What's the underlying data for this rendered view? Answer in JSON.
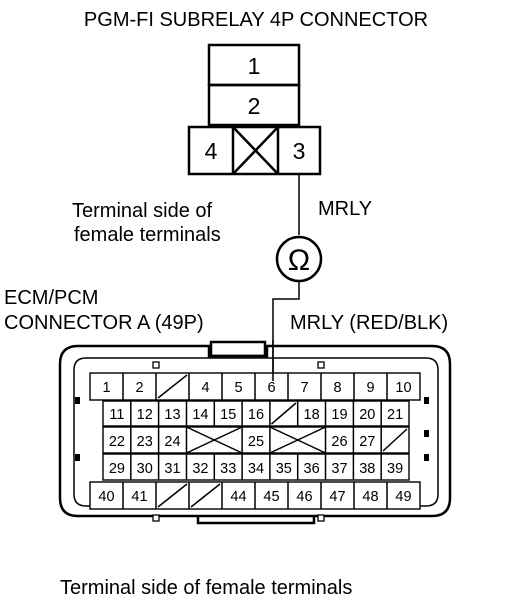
{
  "labels": {
    "subrelay_title": "PGM-FI SUBRELAY 4P CONNECTOR",
    "terminal_side_line1": "Terminal side of",
    "terminal_side_line2": "female terminals",
    "mrly": "MRLY",
    "ohm": "Ω",
    "ecm_line1": "ECM/PCM",
    "ecm_line2": "CONNECTOR A (49P)",
    "mrly_wire": "MRLY (RED/BLK)",
    "bottom_caption": "Terminal side of female terminals"
  },
  "subrelay_pins": [
    "1",
    "2",
    "4",
    "3"
  ],
  "ecm_rows": [
    [
      "1",
      "2",
      "",
      "4",
      "5",
      "6",
      "7",
      "8",
      "9",
      "10"
    ],
    [
      "11",
      "12",
      "13",
      "14",
      "15",
      "16",
      "",
      "18",
      "19",
      "20",
      "21"
    ],
    [
      "22",
      "23",
      "24",
      "",
      "25",
      "",
      "26",
      "27",
      ""
    ],
    [
      "29",
      "30",
      "31",
      "32",
      "33",
      "34",
      "35",
      "36",
      "37",
      "38",
      "39"
    ],
    [
      "40",
      "41",
      "",
      "",
      "44",
      "45",
      "46",
      "47",
      "48",
      "49"
    ]
  ]
}
